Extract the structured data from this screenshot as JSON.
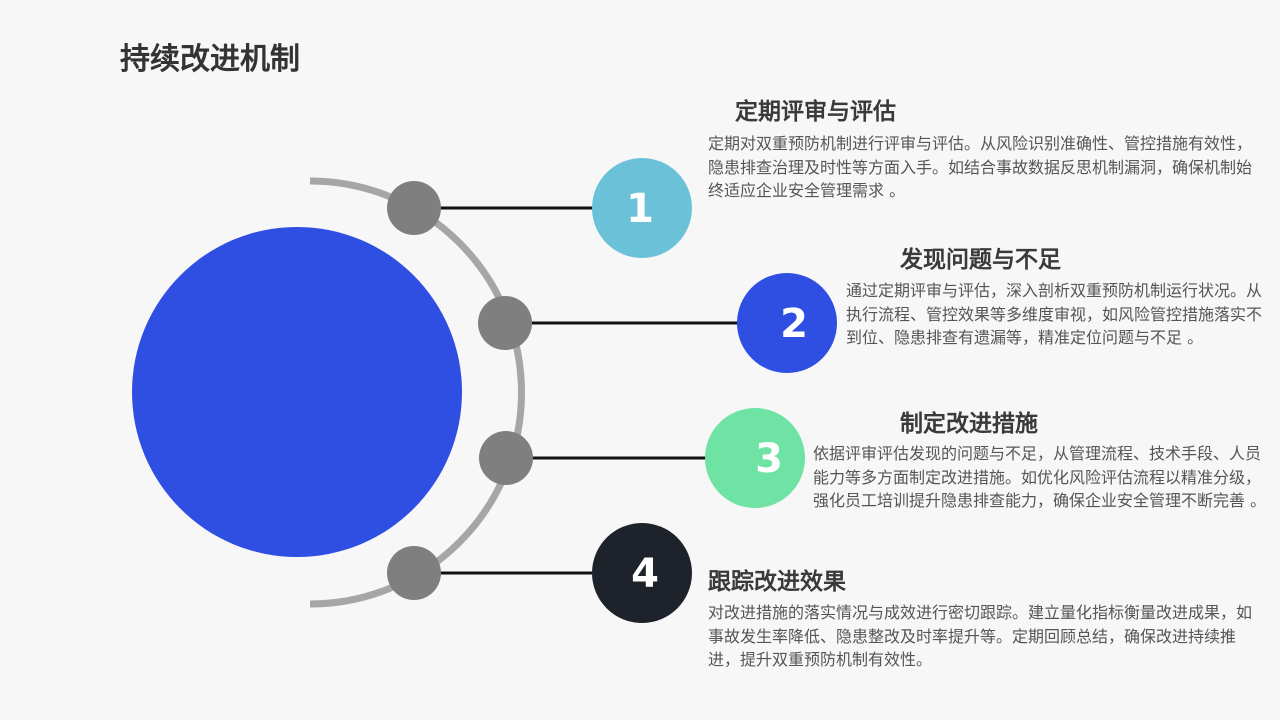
{
  "page": {
    "title": "持续改进机制"
  },
  "colors": {
    "big_circle": "#2f4fe3",
    "arc": "#a6a6a6",
    "node": "#7f7f7f",
    "line": "#111111",
    "step1": "#6bc2d8",
    "step2": "#2f4fe3",
    "step3": "#6fe3a3",
    "step4": "#1e222a"
  },
  "steps": [
    {
      "number": "1",
      "heading": "定期评审与评估",
      "text": "定期对双重预防机制进行评审与评估。从风险识别准确性、管控措施有效性，隐患排查治理及时性等方面入手。如结合事故数据反思机制漏洞，确保机制始终适应企业安全管理需求 。"
    },
    {
      "number": "2",
      "heading": "发现问题与不足",
      "text": "通过定期评审与评估，深入剖析双重预防机制运行状况。从执行流程、管控效果等多维度审视，如风险管控措施落实不到位、隐患排查有遗漏等，精准定位问题与不足 。"
    },
    {
      "number": "3",
      "heading": "制定改进措施",
      "text": "依据评审评估发现的问题与不足，从管理流程、技术手段、人员能力等多方面制定改进措施。如优化风险评估流程以精准分级，强化员工培训提升隐患排查能力，确保企业安全管理不断完善 。"
    },
    {
      "number": "4",
      "heading": "跟踪改进效果",
      "text": "对改进措施的落实情况与成效进行密切跟踪。建立量化指标衡量改进成果，如事故发生率降低、隐患整改及时率提升等。定期回顾总结，确保改进持续推进，提升双重预防机制有效性。"
    }
  ]
}
